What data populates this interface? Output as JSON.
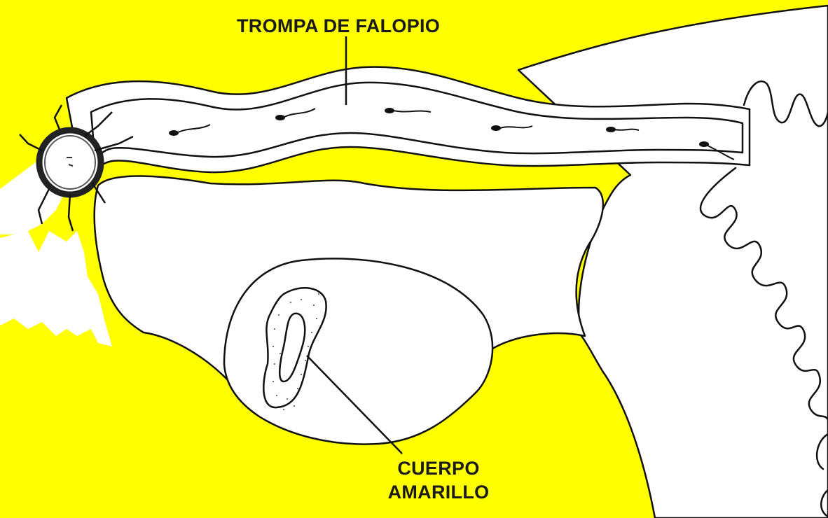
{
  "labels": {
    "fallopian_tube": "TROMPA DE FALOPIO",
    "corpus_luteum_line1": "CUERPO",
    "corpus_luteum_line2": "AMARILLO"
  },
  "colors": {
    "background": "#FFFF00",
    "tissue": "#FFFFFF",
    "outline": "#111111"
  }
}
